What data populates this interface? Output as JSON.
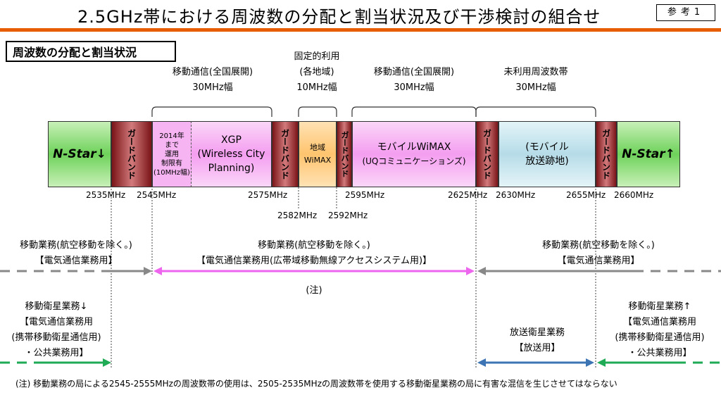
{
  "title": "2.5GHz帯における周波数の分配と割当状況及び干渉検討の組合せ",
  "reference_badge": "参考1",
  "section_title": "周波数の分配と割当状況",
  "headers": [
    {
      "line1": "移動通信(全国展開)",
      "line2": "30MHz幅"
    },
    {
      "line0": "固定的利用",
      "line1": "(各地域)",
      "line2": "10MHz幅"
    },
    {
      "line1": "移動通信(全国展開)",
      "line2": "30MHz幅"
    },
    {
      "line1": "未利用周波数帯",
      "line2": "30MHz幅"
    }
  ],
  "bands": {
    "nstar_low": "N-Star↓",
    "guard": "ガードバンド",
    "xgp_note": [
      "2014年",
      "まで",
      "運用",
      "制限有",
      "(10MHz幅)"
    ],
    "xgp": [
      "XGP",
      "(Wireless City",
      "Planning)"
    ],
    "regional": [
      "地域",
      "WiMAX"
    ],
    "mobile_wimax": [
      "モバイルWiMAX",
      "(UQコミュニケーションズ)"
    ],
    "broadcast": [
      "(モバイル",
      "放送跡地)"
    ],
    "nstar_high": "N-Star↑"
  },
  "frequencies": {
    "f2535": "2535MHz",
    "f2545": "2545MHz",
    "f2575": "2575MHz",
    "f2582": "2582MHz",
    "f2592": "2592MHz",
    "f2595": "2595MHz",
    "f2625": "2625MHz",
    "f2630": "2630MHz",
    "f2655": "2655MHz",
    "f2660": "2660MHz"
  },
  "services": {
    "left_mobile": {
      "line1": "移動業務(航空移動を除く。)",
      "line2": "【電気通信業務用】"
    },
    "center_mobile": {
      "line1": "移動業務(航空移動を除く。)",
      "line2": "【電気通信業務用(広帯域移動無線アクセスシステム用)】"
    },
    "right_mobile": {
      "line1": "移動業務(航空移動を除く。)",
      "line2": "【電気通信業務用】"
    },
    "note_mark": "(注)",
    "left_satellite": {
      "line1": "移動衛星業務↓",
      "line2": "【電気通信業務用",
      "line3": "(携帯移動衛星通信用)",
      "line4": "・公共業務用】"
    },
    "broadcast_satellite": {
      "line1": "放送衛星業務",
      "line2": "【放送用】"
    },
    "right_satellite": {
      "line1": "移動衛星業務↑",
      "line2": "【電気通信業務用",
      "line3": "(携帯移動衛星通信用)",
      "line4": "・公共業務用】"
    }
  },
  "footnote": "(注) 移動業務の局による2545-2555MHzの周波数帯の使用は、2505-2535MHzの周波数帯を使用する移動衛星業務の局に有害な混信を生じさせてはならない",
  "colors": {
    "accent": "#e85c00",
    "nstar": "#6ed25a",
    "guard": "#b4282c",
    "xgp": "#f7b4f3",
    "regional": "#ffc46e",
    "wimax": "#f7b4f3",
    "broadcast": "#c4e4ee",
    "arrow_gray": "#888888",
    "arrow_pink": "#ee66ee",
    "arrow_green": "#1faa55",
    "arrow_blue": "#3c74b4"
  }
}
